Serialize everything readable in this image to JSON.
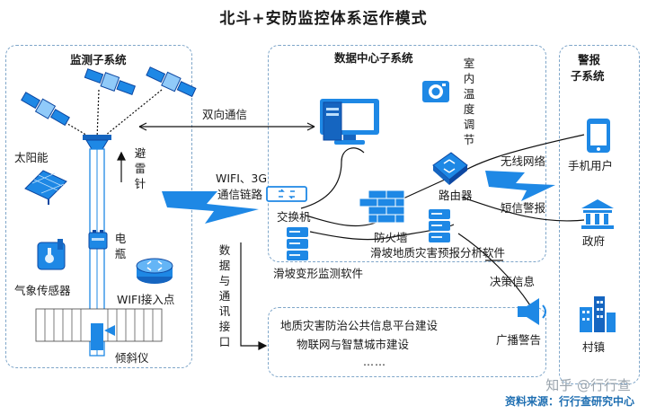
{
  "title": "北斗+安防监控体系运作模式",
  "panels": {
    "monitor": "监测子系统",
    "datacenter": "数据中心子系统",
    "alarm_line1": "警报",
    "alarm_line2": "子系统"
  },
  "labels": {
    "solar": "太阳能",
    "lightning": "避雷针",
    "weather": "气象传感器",
    "battery": "电瓶",
    "wifi_ap": "WIFI接入点",
    "tilt": "倾斜仪",
    "bidirectional": "双向通信",
    "link_line1": "WIFI、3G",
    "link_line2": "通信链路",
    "switch": "交换机",
    "firewall": "防火墙",
    "router": "路由器",
    "temp_control": "室内温度调节",
    "landslide_software": "滑坡变形监测软件",
    "hazard_software": "滑坡地质灾害预报分析软件",
    "data_interface": "数据与通讯接口",
    "wireless": "无线网络",
    "sms": "短信警报",
    "decision": "决策信息",
    "mobile_user": "手机用户",
    "government": "政府",
    "broadcast": "广播警告",
    "village": "村镇"
  },
  "platform": {
    "line1": "地质灾害防治公共信息平台建设",
    "line2": "物联网与智慧城市建设",
    "line3": "……"
  },
  "watermark": "知乎 @行行查",
  "source": "资料来源：行行查研究中心",
  "colors": {
    "accent": "#1e88e5",
    "dark": "#1565c0",
    "panel_border": "#7fa6c9"
  },
  "icons": [
    "satellite-icon",
    "receiver-icon",
    "solar-panel-icon",
    "weather-sensor-icon",
    "battery-icon",
    "wifi-router-icon",
    "tilt-sensor-icon",
    "monitor-icon",
    "camera-icon",
    "switch-icon",
    "firewall-icon",
    "router-icon",
    "server-icon",
    "phone-icon",
    "government-icon",
    "speaker-icon",
    "village-icon",
    "lightning-bolt-icon"
  ]
}
